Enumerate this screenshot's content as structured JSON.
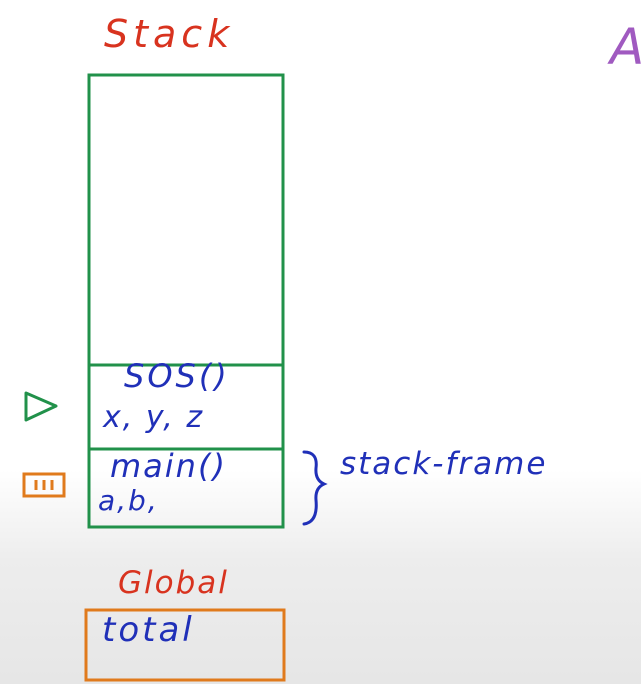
{
  "diagram": {
    "stack": {
      "title": "Stack",
      "frames": [
        {
          "name": "SOS()",
          "vars": "x, y, z"
        },
        {
          "name": "main()",
          "vars": "a,b,"
        }
      ],
      "frame_label": "stack-frame"
    },
    "global": {
      "title": "Global",
      "var": "total"
    },
    "corner_text": "A",
    "colors": {
      "stack_box": "#21914a",
      "global_box": "#e07a1c",
      "title": "#d8331f",
      "ink": "#2030b8",
      "play_marker": "#21914a",
      "pause_marker": "#e07a1c"
    }
  }
}
